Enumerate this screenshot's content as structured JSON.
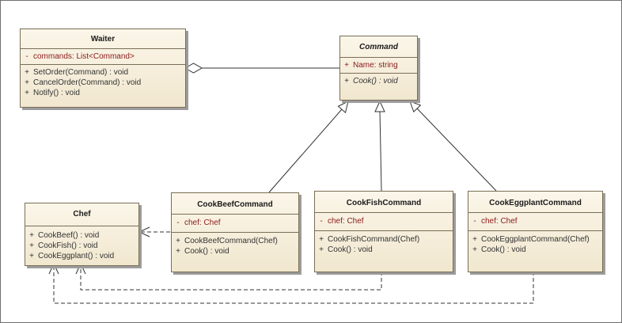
{
  "classes": {
    "waiter": {
      "name": "Waiter",
      "attributes": [
        {
          "vis": "-",
          "text": "commands:  List<Command>"
        }
      ],
      "operations": [
        {
          "vis": "+",
          "text": "SetOrder(Command) : void"
        },
        {
          "vis": "+",
          "text": "CancelOrder(Command) : void"
        },
        {
          "vis": "+",
          "text": "Notify() : void"
        }
      ]
    },
    "command": {
      "name": "Command",
      "attributes": [
        {
          "vis": "+",
          "text": "Name:  string"
        }
      ],
      "operations": [
        {
          "vis": "+",
          "text": "Cook() : void"
        }
      ]
    },
    "chef": {
      "name": "Chef",
      "operations": [
        {
          "vis": "+",
          "text": "CookBeef() : void"
        },
        {
          "vis": "+",
          "text": "CookFish() : void"
        },
        {
          "vis": "+",
          "text": "CookEggplant() : void"
        }
      ]
    },
    "beef": {
      "name": "CookBeefCommand",
      "attributes": [
        {
          "vis": "-",
          "text": "chef:  Chef"
        }
      ],
      "operations": [
        {
          "vis": "+",
          "text": "CookBeefCommand(Chef)"
        },
        {
          "vis": "+",
          "text": "Cook() : void"
        }
      ]
    },
    "fish": {
      "name": "CookFishCommand",
      "attributes": [
        {
          "vis": "-",
          "text": "chef:  Chef"
        }
      ],
      "operations": [
        {
          "vis": "+",
          "text": "CookFishCommand(Chef)"
        },
        {
          "vis": "+",
          "text": "Cook() : void"
        }
      ]
    },
    "eggplant": {
      "name": "CookEggplantCommand",
      "attributes": [
        {
          "vis": "-",
          "text": "chef:  Chef"
        }
      ],
      "operations": [
        {
          "vis": "+",
          "text": "CookEggplantCommand(Chef)"
        },
        {
          "vis": "+",
          "text": "Cook() : void"
        }
      ]
    }
  },
  "colors": {
    "box_fill_top": "#fbf6e9",
    "box_fill_bottom": "#f1e7cf",
    "border": "#7a6e55",
    "attribute_text": "#8b1a1a",
    "line": "#333333"
  }
}
